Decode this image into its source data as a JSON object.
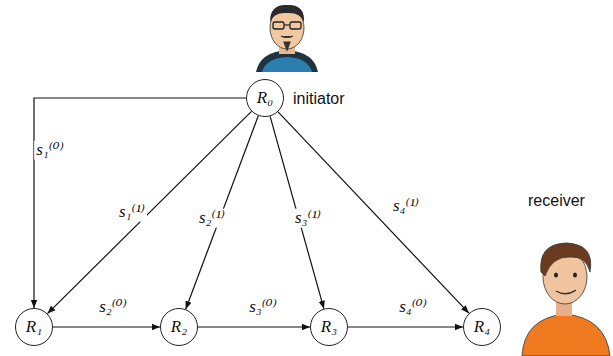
{
  "diagram": {
    "nodes": [
      {
        "text": [
          "R₀"
        ]
      },
      {
        "text": [
          "R₁"
        ]
      },
      {
        "text": [
          "R₂"
        ]
      },
      {
        "text": [
          "R₃"
        ]
      },
      {
        "text": [
          "R₄"
        ]
      }
    ],
    "edges": [
      {
        "from": 0,
        "to": 1,
        "arrow": "to",
        "label": "s₁⁽⁰⁾"
      },
      {
        "from": 0,
        "to": 1,
        "arrow": "to",
        "label": "s₁⁽¹⁾"
      },
      {
        "from": 0,
        "to": 2,
        "arrow": "to",
        "label": "s₂⁽¹⁾"
      },
      {
        "from": 0,
        "to": 3,
        "arrow": "to",
        "label": "s₃⁽¹⁾"
      },
      {
        "from": 0,
        "to": 4,
        "arrow": "to",
        "label": "s₄⁽¹⁾"
      },
      {
        "from": 1,
        "to": 2,
        "arrow": "to",
        "label": "s₂⁽⁰⁾"
      },
      {
        "from": 2,
        "to": 3,
        "arrow": "to",
        "label": "s₃⁽⁰⁾"
      },
      {
        "from": 3,
        "to": 4,
        "arrow": "to",
        "label": "s₄⁽⁰⁾"
      }
    ],
    "labels": [
      "initiator",
      "receiver"
    ]
  }
}
